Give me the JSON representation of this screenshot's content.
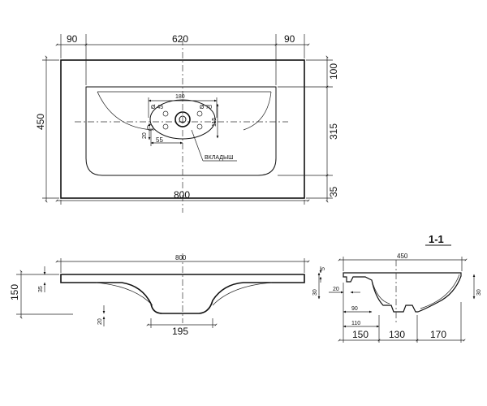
{
  "top_view": {
    "dims": {
      "left_margin": "90",
      "basin_width": "620",
      "right_margin": "90",
      "total_width": "800",
      "total_depth": "450",
      "front_depth": "100",
      "basin_depth": "315",
      "back_depth": "35",
      "hole_spacing": "180",
      "hole_offset_v": "115",
      "hole_d1": "Ø 45",
      "hole_d2": "Ø 70",
      "hole_offset_x": "55",
      "hole_offset_y": "20"
    },
    "insert_label": "ВКЛАДЫШ"
  },
  "front_view": {
    "dims": {
      "total_width": "800",
      "total_height": "150",
      "top_thickness": "35",
      "bottom_width": "195",
      "bottom_offset": "20"
    }
  },
  "section": {
    "title": "1-1",
    "dims": {
      "total": "450",
      "rim": "5",
      "left_h": "30",
      "right_h": "30",
      "edge": "20",
      "inner1": "90",
      "inner2": "110",
      "seg1": "150",
      "seg2": "130",
      "seg3": "170"
    }
  }
}
